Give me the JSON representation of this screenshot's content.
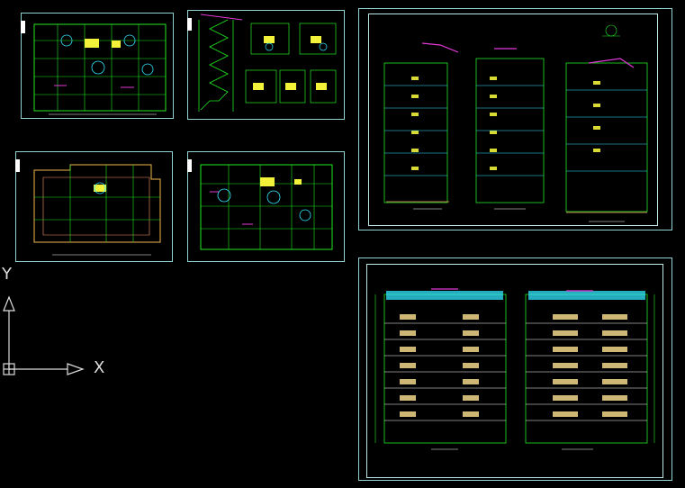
{
  "app": {
    "type": "CAD drawing canvas"
  },
  "ucs": {
    "x_label": "X",
    "y_label": "Y"
  },
  "colors": {
    "background": "#000000",
    "sheet_border": "#8fd3d3",
    "line_green": "#22e822",
    "line_cyan": "#33e6ff",
    "line_yellow": "#f2f23a",
    "line_magenta": "#e23ad8",
    "line_white": "#ffffff"
  },
  "sheets": [
    {
      "id": "plan-1",
      "kind": "floor-plan"
    },
    {
      "id": "stair-details",
      "kind": "detail-sheet"
    },
    {
      "id": "plan-2",
      "kind": "roof-plan"
    },
    {
      "id": "plan-3",
      "kind": "floor-plan"
    },
    {
      "id": "elevation-side",
      "kind": "elevation"
    },
    {
      "id": "elevation-front",
      "kind": "elevation"
    }
  ]
}
